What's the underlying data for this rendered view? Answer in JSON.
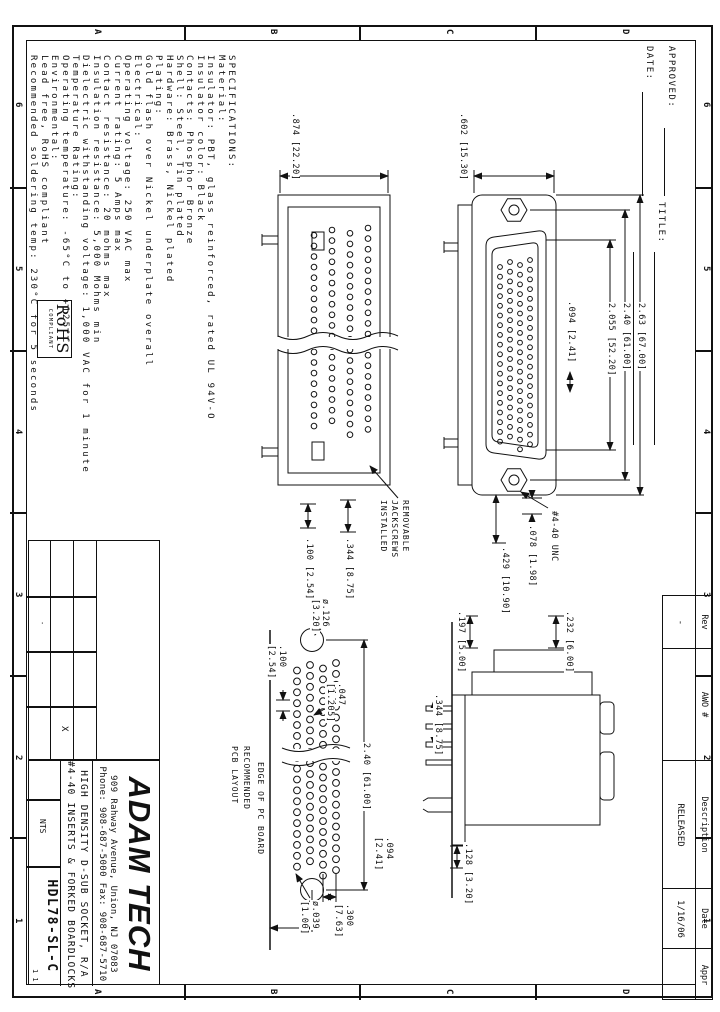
{
  "sheet": {
    "zones_numbers": [
      "6",
      "5",
      "4",
      "3",
      "2",
      "1"
    ],
    "zones_letters": [
      "D",
      "C",
      "B",
      "A"
    ]
  },
  "approval": {
    "approved_label": "APPROVED:",
    "date_label": "DATE:",
    "title_label": "TITLE:"
  },
  "revision_table": {
    "headers": [
      "Rev",
      "AWO #",
      "Description",
      "Date",
      "Appr"
    ],
    "row": {
      "rev": "-",
      "awo": "",
      "description": "RELEASED",
      "date": "1/16/06",
      "appr": ""
    }
  },
  "specifications": {
    "lines": [
      "SPECIFICATIONS:",
      "Material:",
      "Insulator: PBT, glass reinforced, rated UL 94V-O",
      "Insulator color: Black",
      "Contacts: Phosphor Bronze",
      "Shell: Steel, Tin plated",
      "Hardware: Brass, Nickel plated",
      "Plating:",
      "Gold flash over Nickel underplate overall",
      "Electrical:",
      "Operating voltage: 250 VAC max",
      "Current rating: 5 Amps max",
      "Contact resistance: 20 mohms max",
      "Insulation resistance: 5,000 Mohms min",
      "Dielectric withstanding voltage: 1,000 VAC for 1 minute",
      "Temperature Rating:",
      "Operating temperature: -65°C to +125°C",
      "Environmental:",
      "Lead free, RoHS compliant",
      "Recommended soldering temp: 230°C for 5 seconds"
    ]
  },
  "rohs": {
    "line1": "RoHS",
    "line2": "COMPLIANT"
  },
  "title_block": {
    "logo": "ADAM TECH",
    "address": "909 Rahway Avenue, Union, NJ 07083",
    "phone": "Phone: 908-687-5000 Fax: 908-687-5710",
    "description_line1": "HIGH DENSITY D-SUB SOCKET, R/A",
    "description_line2": "#4-40 INSERTS & FORKED BOARDLOCKS",
    "part_number": "HDL78-SL-C",
    "scale_cell": "NTS",
    "x_cell": "X",
    "dash_cell": "-",
    "sheet_cell": "1 1"
  },
  "dims": {
    "front_w1": "2.63 [67.00]",
    "front_w2": "2.40 [61.00]",
    "front_w3": "2.055 [52.20]",
    "front_pitch": ".094 [2.41]",
    "front_h": ".602 [15.30]",
    "jack_len": ".078 [1.98]",
    "thread": "#4-40 UNC",
    "depth": ".429 [10.90]",
    "rear_h": ".874 [22.20]",
    "rear_d1": ".344 [8.75]",
    "rear_d2": ".100 [2.54]",
    "side_d1": ".232 [6.00]",
    "side_d2": ".197 [5.00]",
    "side_d3": ".344 [8.75]",
    "side_d4": ".128 [3.20]",
    "pcb_span": "2.40 [61.00]",
    "pcb_mount_dia_1": "ø.126",
    "pcb_mount_dia_2": "[3.20]",
    "pcb_pitch_1": ".100",
    "pcb_pitch_2": "[2.54]",
    "pcb_stag_1": ".047",
    "pcb_stag_2": "[1.205]",
    "pcb_row_1": ".094",
    "pcb_row_2": "[2.41]",
    "pcb_pin_1": "ø.039",
    "pcb_pin_2": "[1.00]",
    "pcb_edge_1": ".300",
    "pcb_edge_2": "[7.63]"
  },
  "notes": {
    "jackscrews": [
      "REMOVABLE",
      "JACKSCREWS",
      "INSTALLED"
    ],
    "pcb_edge": "EDGE OF PC BOARD",
    "pcb_caption": [
      "RECOMMENDED",
      "PCB LAYOUT"
    ]
  },
  "pattern": {
    "rows": [
      20,
      20,
      19,
      19
    ]
  }
}
